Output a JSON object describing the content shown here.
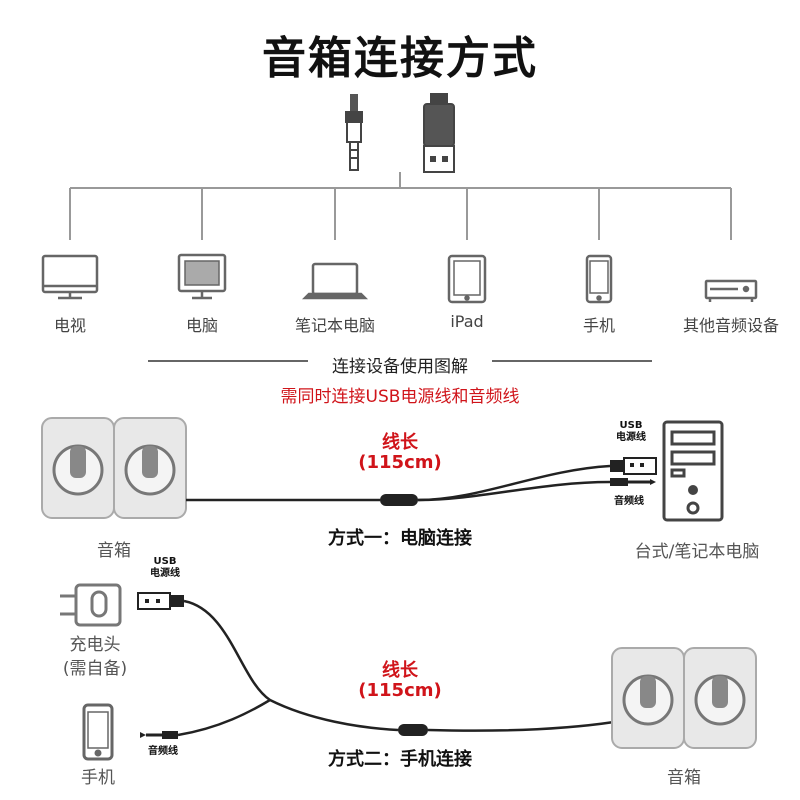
{
  "title": "音箱连接方式",
  "icons": {
    "top_left": "audio-jack-icon",
    "top_right": "usb-plug-icon"
  },
  "devices": [
    {
      "label": "电视",
      "icon": "tv-icon"
    },
    {
      "label": "电脑",
      "icon": "desktop-monitor-icon"
    },
    {
      "label": "笔记本电脑",
      "icon": "laptop-icon"
    },
    {
      "label": "iPad",
      "icon": "tablet-icon"
    },
    {
      "label": "手机",
      "icon": "phone-icon"
    },
    {
      "label": "其他音频设备",
      "icon": "audio-device-icon"
    }
  ],
  "subtitle": "连接设备使用图解",
  "note": "需同时连接USB电源线和音频线",
  "method1": {
    "cable_title": "线长",
    "cable_length": "(115cm)",
    "label": "方式一：电脑连接",
    "speaker_label": "音箱",
    "computer_label": "台式/笔记本电脑",
    "usb_label_1": "USB",
    "usb_label_2": "电源线",
    "audio_label": "音频线"
  },
  "method2": {
    "cable_title": "线长",
    "cable_length": "(115cm)",
    "label": "方式二：手机连接",
    "charger_label_1": "充电头",
    "charger_label_2": "(需自备)",
    "phone_label": "手机",
    "speaker_label": "音箱",
    "usb_label_1": "USB",
    "usb_label_2": "电源线",
    "audio_label": "音频线"
  },
  "colors": {
    "accent_red": "#d0141a",
    "line_gray": "#888888",
    "icon_gray": "#666666"
  }
}
